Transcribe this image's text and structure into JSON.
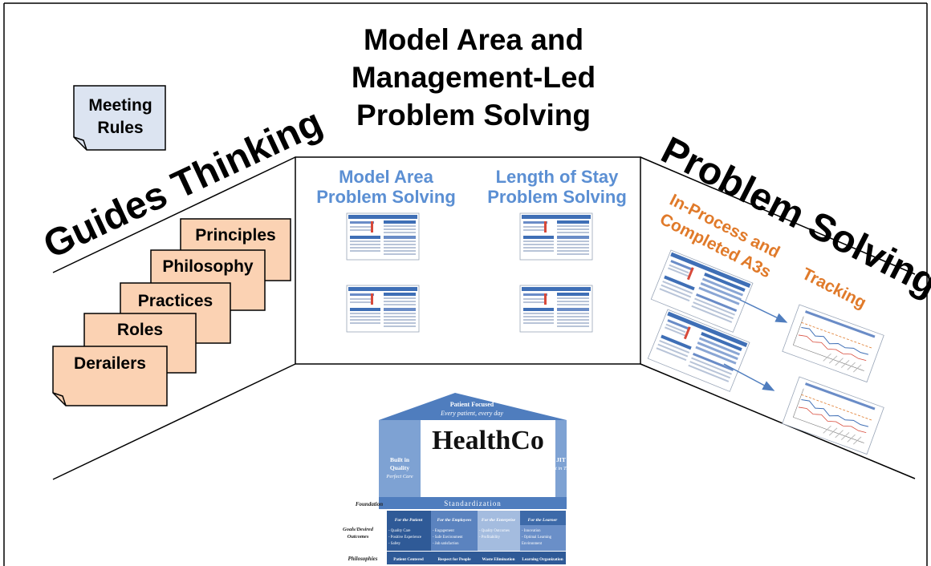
{
  "title": {
    "line1": "Model Area and",
    "line2": "Management-Led",
    "line3": "Problem Solving"
  },
  "left_wall": {
    "heading": "Guides Thinking",
    "note_line1": "Meeting",
    "note_line2": "Rules",
    "cards": [
      "Principles",
      "Philosophy",
      "Practices",
      "Roles",
      "Derailers"
    ]
  },
  "center_wall": {
    "left_heading_line1": "Model Area",
    "left_heading_line2": "Problem Solving",
    "right_heading_line1": "Length of Stay",
    "right_heading_line2": "Problem Solving"
  },
  "right_wall": {
    "heading": "Problem Solving",
    "label_a_line1": "In-Process and",
    "label_a_line2": "Completed A3s",
    "label_b": "Tracking"
  },
  "house": {
    "roof_line1": "Patient Focused",
    "roof_line2": "Every patient, every day",
    "brand": "HealthCo",
    "left_pillar_line1": "Built in",
    "left_pillar_line2": "Quality",
    "left_pillar_line3": "Perfect Care",
    "right_pillar_line1": "JIT",
    "right_pillar_line2": "Just in Time",
    "foundation_label": "Foundation",
    "foundation_bar": "Standardization",
    "goals_label_line1": "Goals/Desired",
    "goals_label_line2": "Outcomes",
    "goal_headers": [
      "For the Patient",
      "For the Employees",
      "For the Enterprise",
      "For the Learner"
    ],
    "goal_items": [
      [
        "- Quality Care",
        "- Positive Experience",
        "- Safety"
      ],
      [
        "- Engagement",
        "- Safe Environment",
        "- Job satisfaction"
      ],
      [
        "- Quality Outcomes",
        "- Profitability"
      ],
      [
        "- Innovation",
        "- Optimal Learning",
        "Environment"
      ]
    ],
    "philosophies_label": "Philosophies",
    "philosophies": [
      "Patient Centered",
      "Respect for People",
      "Waste Elimination",
      "Learning Organization"
    ]
  },
  "colors": {
    "card_fill": "#fbd2b3",
    "note_fill": "#dce4f1",
    "accent_blue": "#5b8fd3",
    "accent_orange": "#e07a2a",
    "house_blue": "#4f7dbe"
  }
}
